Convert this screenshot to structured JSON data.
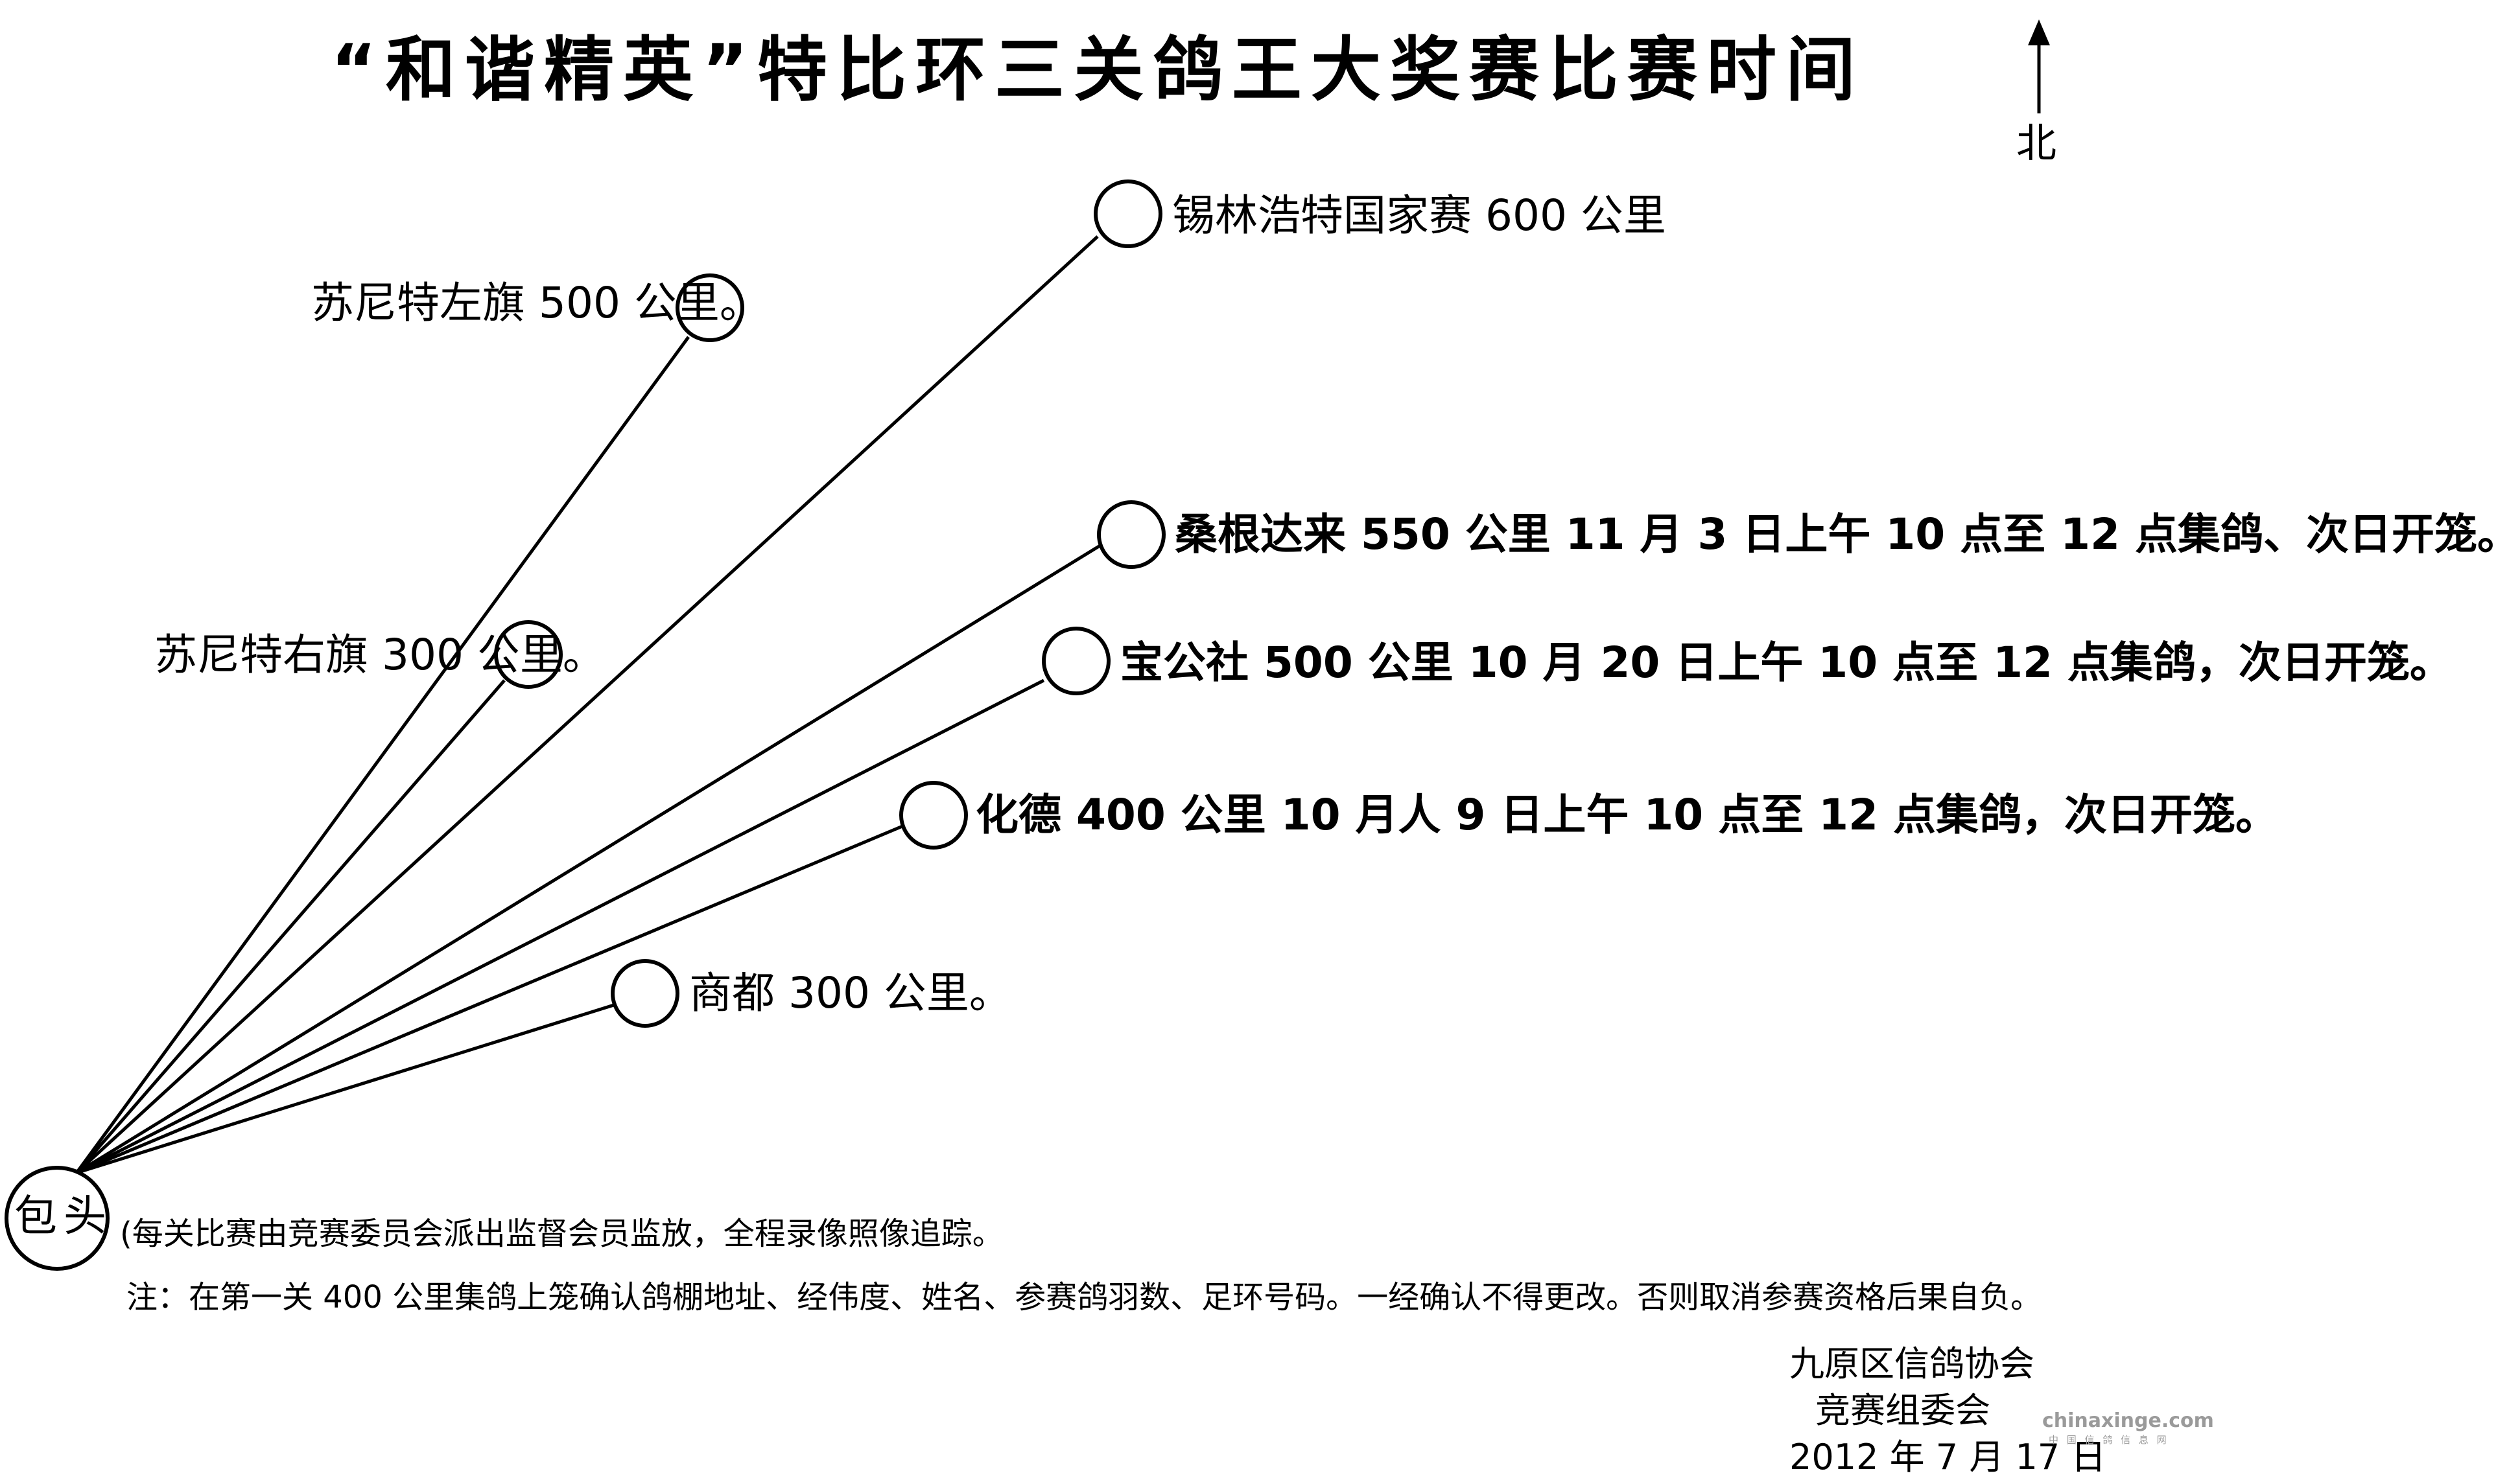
{
  "title": "“和谐精英”特比环三关鸽王大奖赛比赛时间",
  "compass": {
    "label": "北",
    "icon": "north-arrow-icon"
  },
  "origin": {
    "name": "包头"
  },
  "stations": [
    {
      "id": "xilinhaote",
      "label": "锡林浩特国家赛 600 公里"
    },
    {
      "id": "sunite-zuoqi",
      "label": "苏尼特左旗 500 公里。"
    },
    {
      "id": "sanggendalai",
      "label": "桑根达来 550 公里 11 月 3 日上午 10 点至 12 点集鸽、次日开笼。"
    },
    {
      "id": "baogongshe",
      "label": "宝公社 500 公里 10 月 20 日上午 10 点至 12 点集鸽，次日开笼。"
    },
    {
      "id": "sunite-youqi",
      "label": "苏尼特右旗 300 公里。"
    },
    {
      "id": "huade",
      "label": "化德 400 公里 10 月人 9 日上午 10 点至 12 点集鸽，次日开笼。"
    },
    {
      "id": "shangdu",
      "label": "商都 300 公里。"
    }
  ],
  "notes": {
    "supervision": "(每关比赛由竞赛委员会派出监督会员监放，全程录像照像追踪。",
    "rule": "注：在第一关 400 公里集鸽上笼确认鸽棚地址、经伟度、姓名、参赛鸽羽数、足环号码。一经确认不得更改。否则取消参赛资格后果自负。"
  },
  "signature": {
    "org": "九原区信鸽协会",
    "committee": "竞赛组委会",
    "date": "2012 年 7 月 17 日"
  },
  "watermark": {
    "text": "chinaxinge.com",
    "sub": "中 国 信 鸽 信 息 网"
  },
  "colors": {
    "line": "#000000",
    "background": "#ffffff",
    "watermark": "#9a9a9a"
  }
}
